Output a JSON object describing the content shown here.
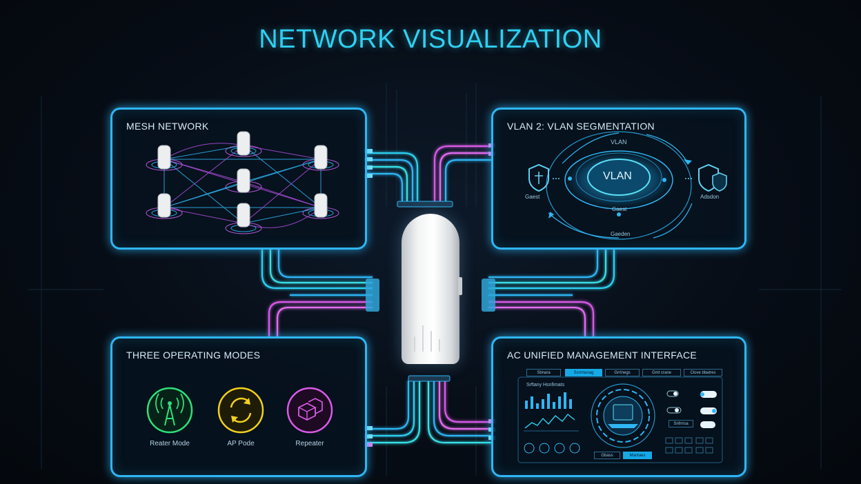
{
  "page": {
    "title": "NETWORK VISUALIZATION"
  },
  "colors": {
    "accent": "#2fb6f5",
    "magenta": "#d95ae8",
    "green": "#2ee07a",
    "yellow": "#f2d01e",
    "panel_bg": "#06121e"
  },
  "mesh": {
    "title": "MESH NETWORK"
  },
  "vlan": {
    "title": "VLAN 2: VLAN SEGMENTATION",
    "top_label": "VLAN",
    "center_label": "VLAN",
    "inner_label": "Gaest",
    "left_label": "Gaest",
    "right_label": "Adsdon",
    "bottom_label": "Gaeden",
    "icons": [
      "shield-icon",
      "shield-icon"
    ]
  },
  "modes": {
    "title": "THREE OPERATING MODES",
    "items": [
      {
        "label": "Reater Mode",
        "icon": "antenna-tower-icon",
        "color": "#2ee07a"
      },
      {
        "label": "AP Pode",
        "icon": "refresh-arrows-icon",
        "color": "#f2d01e"
      },
      {
        "label": "Repeater",
        "icon": "cubes-icon",
        "color": "#d95ae8"
      }
    ]
  },
  "ac": {
    "title": "AC UNIFIED MANAGEMENT INTERFACE",
    "tabs": [
      "Sbnara",
      "Ssrmtanag",
      "Grrtnegs",
      "Gmt crane",
      "Clove bbatres"
    ],
    "widget_title_a": "Srftany",
    "widget_title_b": "Hsnfimats",
    "buttons": [
      "Gbass",
      "Mantaes"
    ],
    "right_buttons": [
      "Snfrrrsa"
    ]
  }
}
